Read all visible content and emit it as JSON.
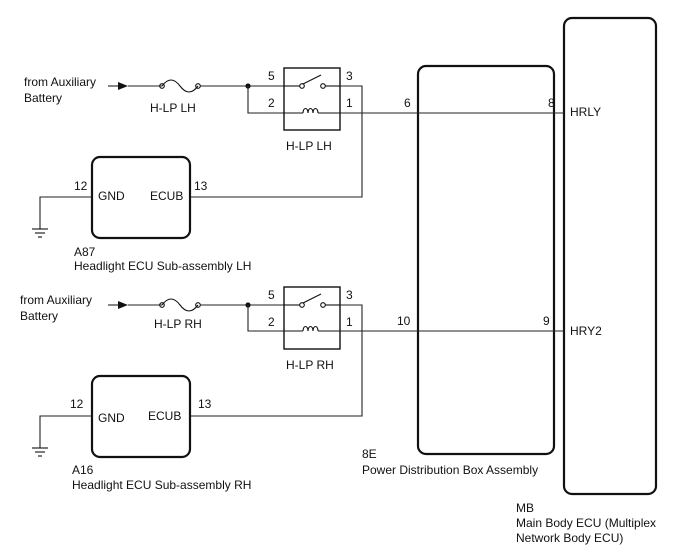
{
  "lh": {
    "source_line1": "from Auxiliary",
    "source_line2": "Battery",
    "fuse_label": "H-LP LH",
    "relay_label": "H-LP LH",
    "relay_pins": {
      "p5": "5",
      "p3": "3",
      "p2": "2",
      "p1": "1"
    },
    "ecu": {
      "gnd_label": "GND",
      "ecub_label": "ECUB",
      "pin_gnd": "12",
      "pin_ecub": "13",
      "code": "A87",
      "name": "Headlight ECU Sub-assembly LH"
    },
    "pdb_pin": "6",
    "mb_pin": "8",
    "mb_terminal": "HRLY"
  },
  "rh": {
    "source_line1": "from Auxiliary",
    "source_line2": "Battery",
    "fuse_label": "H-LP RH",
    "relay_label": "H-LP RH",
    "relay_pins": {
      "p5": "5",
      "p3": "3",
      "p2": "2",
      "p1": "1"
    },
    "ecu": {
      "gnd_label": "GND",
      "ecub_label": "ECUB",
      "pin_gnd": "12",
      "pin_ecub": "13",
      "code": "A16",
      "name": "Headlight ECU Sub-assembly RH"
    },
    "pdb_pin": "10",
    "mb_pin": "9",
    "mb_terminal": "HRY2"
  },
  "pdb": {
    "code": "8E",
    "name": "Power Distribution Box Assembly"
  },
  "mb": {
    "code": "MB",
    "name_line1": "Main Body ECU (Multiplex",
    "name_line2": "Network Body ECU)"
  }
}
